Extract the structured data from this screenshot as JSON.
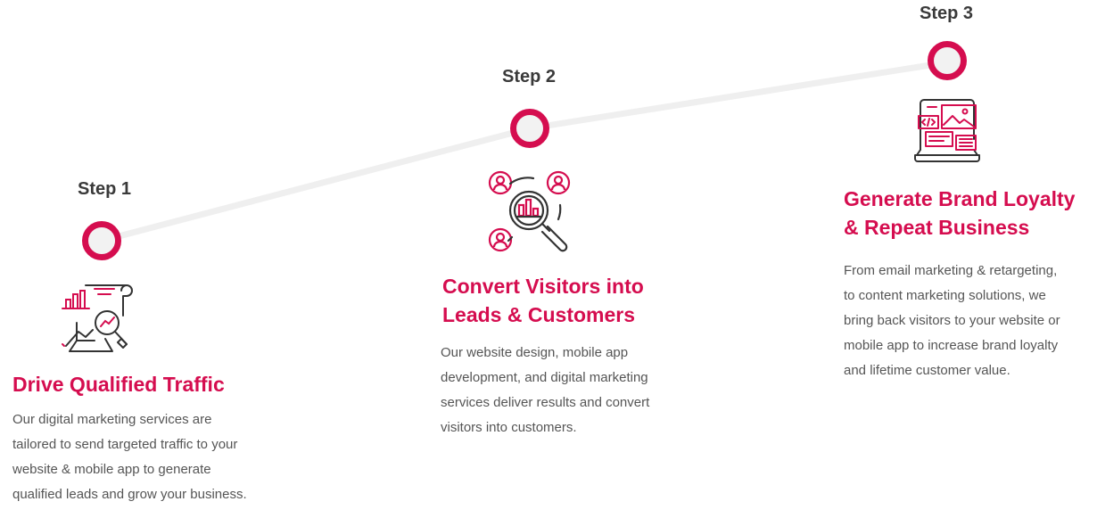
{
  "colors": {
    "accent": "#d50d4f",
    "line": "#efefef",
    "dot_fill": "#f2f2f2",
    "text_dark": "#3a3a3a",
    "text_body": "#555555"
  },
  "steps": [
    {
      "label": "Step 1",
      "icon": "analytics-chart-magnifier-icon",
      "heading_line1": "Drive Qualified Traffic",
      "heading_line2": "",
      "desc_lines": [
        "Our digital marketing services are",
        "tailored to send targeted traffic to your",
        "website & mobile app to generate",
        "qualified leads and grow your business."
      ]
    },
    {
      "label": "Step 2",
      "icon": "users-search-chart-icon",
      "heading_line1": "Convert Visitors into",
      "heading_line2": "Leads & Customers",
      "desc_lines": [
        "Our website design, mobile app",
        "development, and digital marketing",
        "services deliver results and convert",
        "visitors into customers."
      ]
    },
    {
      "label": "Step 3",
      "icon": "laptop-web-design-icon",
      "heading_line1": "Generate Brand Loyalty",
      "heading_line2": "& Repeat Business",
      "desc_lines": [
        "From email marketing & retargeting,",
        "to content marketing solutions, we",
        "bring back visitors to your website or",
        "mobile app to increase brand loyalty",
        "and lifetime customer value."
      ]
    }
  ]
}
